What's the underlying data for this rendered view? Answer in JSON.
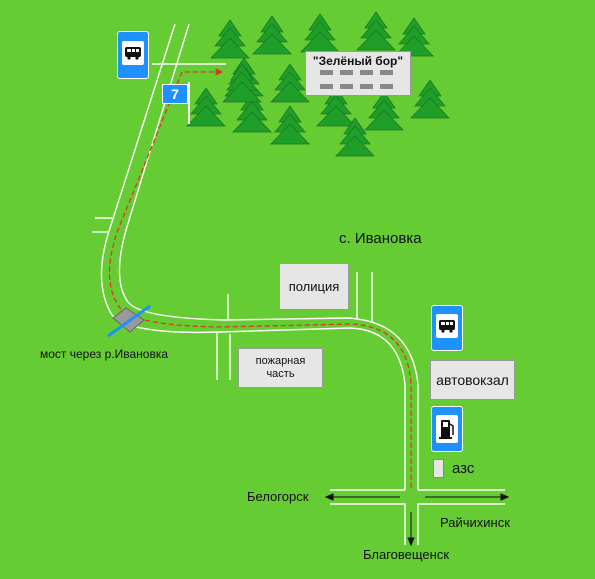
{
  "map": {
    "colors": {
      "grass": "#66cc33",
      "road": "#66cc33",
      "route": "#e63322",
      "sign_blue": "#1e90ff",
      "tree": "#1f9e2a",
      "building": "#e6e6e6"
    },
    "sanatorium": {
      "name": "\"Зелёный бор\""
    },
    "route_marker": {
      "number": "7"
    },
    "village": {
      "name": "с. Ивановка"
    },
    "buildings": {
      "police": "полиция",
      "fire_station": "пожарная часть",
      "bus_station": "автовокзал",
      "gas_station": "азс"
    },
    "bridge": {
      "label": "мост через р.Ивановка"
    },
    "directions": {
      "west": "Белогорск",
      "east": "Райчихинск",
      "south": "Благовещенск"
    },
    "icons": [
      "bus-stop-icon",
      "bus-stop-icon",
      "gas-station-icon",
      "tree-icon",
      "arrow-icon"
    ]
  }
}
